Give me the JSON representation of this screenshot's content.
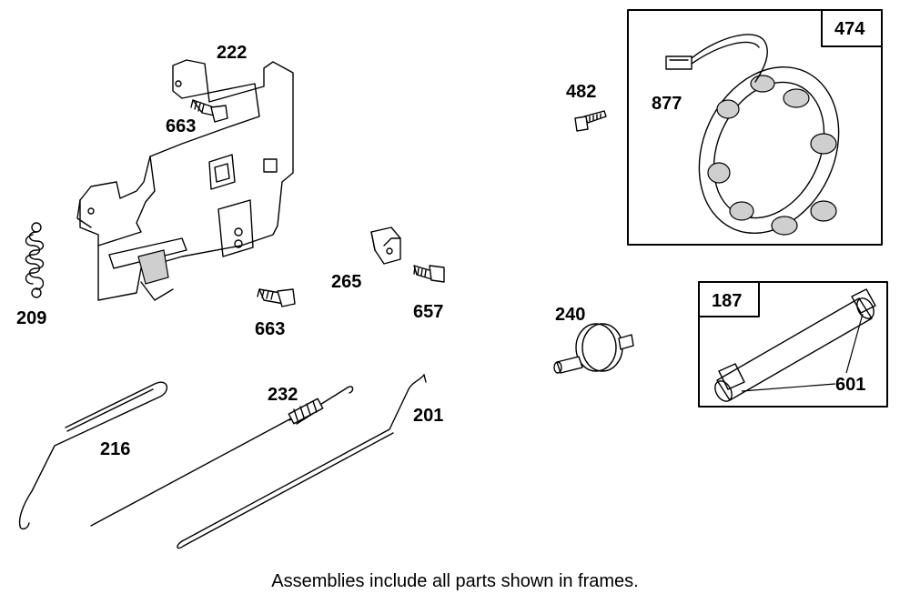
{
  "diagram": {
    "callouts": {
      "p222": "222",
      "p663a": "663",
      "p663b": "663",
      "p209": "209",
      "p265": "265",
      "p657": "657",
      "p482": "482",
      "p877": "877",
      "p474": "474",
      "p240": "240",
      "p187": "187",
      "p601": "601",
      "p232": "232",
      "p201": "201",
      "p216": "216"
    },
    "footnote": "Assemblies include all parts shown in frames."
  }
}
